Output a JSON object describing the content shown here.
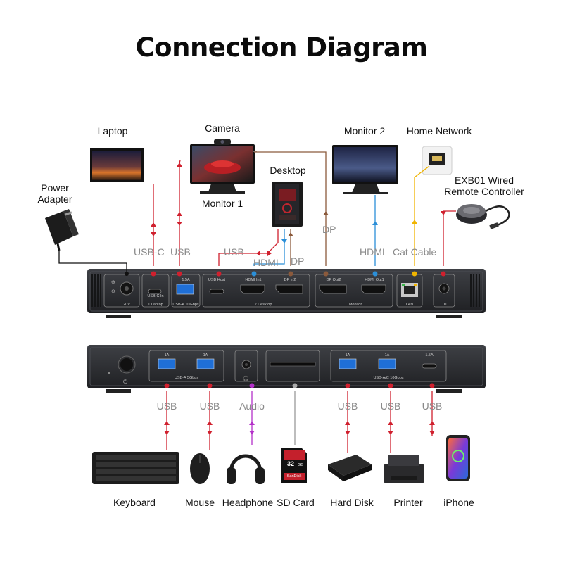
{
  "title": "Connection Diagram",
  "colors": {
    "usb": "#d0202e",
    "hdmi": "#2b8fd8",
    "dp": "#8b5a3c",
    "cat": "#f0b400",
    "audio": "#b32fc9"
  },
  "devices": {
    "laptop": "Laptop",
    "camera": "Camera",
    "monitor1": "Monitor 1",
    "desktop": "Desktop",
    "monitor2": "Monitor 2",
    "home_network": "Home Network",
    "remote_line1": "EXB01 Wired",
    "remote_line2": "Remote Controller",
    "power_line1": "Power",
    "power_line2": "Adapter",
    "keyboard": "Keyboard",
    "mouse": "Mouse",
    "headphone": "Headphone",
    "sd_card": "SD Card",
    "hard_disk": "Hard Disk",
    "printer": "Printer",
    "iphone": "iPhone"
  },
  "cables": {
    "usbc": "USB-C",
    "usb_laptop": "USB",
    "usb_desktop": "USB",
    "hdmi_desktop": "HDMI",
    "dp_desktop": "DP",
    "dp_monitor1": "DP",
    "hdmi_monitor2": "HDMI",
    "cat": "Cat Cable",
    "usb1": "USB",
    "usb2": "USB",
    "audio": "Audio",
    "usb3": "USB",
    "usb4": "USB",
    "usb5": "USB"
  },
  "ports_back": {
    "voltage": "20V",
    "usbc_in": "USB-C In",
    "laptop_group": "1 Laptop",
    "usba_15": "1.5A",
    "usba_10": "USB-A 10Gbps",
    "usb_host": "USB Host",
    "hdmi_in1": "HDMI In1",
    "dp_in2": "DP In2",
    "desktop_group": "2 Desktop",
    "dp_out2": "DP Out2",
    "hdmi_out1": "HDMI Out1",
    "monitor_group": "Monitor",
    "lan": "LAN",
    "ctl": "CTL"
  },
  "ports_front": {
    "a1": "1A",
    "a2": "1A",
    "usba5": "USB-A 5Gbps",
    "a3": "1A",
    "a4": "1A",
    "c15": "1.5A",
    "usbac10": "USB-A/C 10Gbps"
  },
  "sd_card": {
    "capacity": "32",
    "unit": "GB",
    "brand": "SanDisk"
  }
}
